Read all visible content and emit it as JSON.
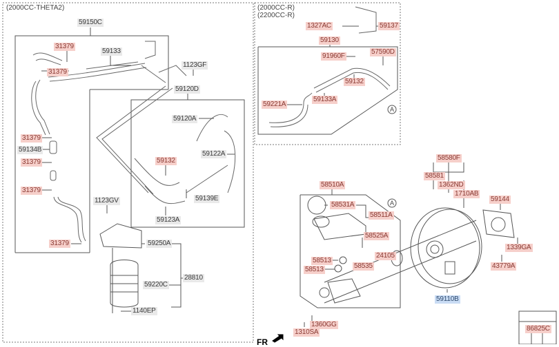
{
  "diagram": {
    "title": "Brake booster / vacuum hose parts diagram",
    "variant_notes": {
      "left": "(2000CC-THETA2)",
      "right_line1": "(2000CC-R)",
      "right_line2": "(2200CC-R)"
    },
    "direction_marker": "FR",
    "highlight_colors": {
      "linked_part": "#f6cfca",
      "selected_part": "#c9dcf4",
      "plain_part": "#e9e9e9"
    },
    "callouts": {
      "A1": "A",
      "A2": "A"
    },
    "parts": {
      "p59150C": "59150C",
      "p31379_a": "31379",
      "p59133": "59133",
      "p31379_b": "31379",
      "p31379_c": "31379",
      "p59134B": "59134B",
      "p31379_d": "31379",
      "p31379_e": "31379",
      "p31379_f": "31379",
      "p1123GF": "1123GF",
      "p59120D": "59120D",
      "p59120A": "59120A",
      "p59122A": "59122A",
      "p59132_a": "59132",
      "p59139E": "59139E",
      "p59123A": "59123A",
      "p1123GV": "1123GV",
      "p59250A": "59250A",
      "p28810": "28810",
      "p59220C": "59220C",
      "p1140EP": "1140EP",
      "p1327AC": "1327AC",
      "p59137": "59137",
      "p59130": "59130",
      "p91960F": "91960F",
      "p57590D": "57590D",
      "p59132_b": "59132",
      "p59133A": "59133A",
      "p59221A": "59221A",
      "p58510A": "58510A",
      "p58531A": "58531A",
      "p58511A": "58511A",
      "p58525A": "58525A",
      "p24105": "24105",
      "p58513_a": "58513",
      "p58513_b": "58513",
      "p58535": "58535",
      "p1360GG": "1360GG",
      "p1310SA": "1310SA",
      "p58580F": "58580F",
      "p58581": "58581",
      "p1362ND": "1362ND",
      "p1710AB": "1710AB",
      "p59144": "59144",
      "p1339GA": "1339GA",
      "p43779A": "43779A",
      "p59110B": "59110B",
      "p86825C": "86825C"
    }
  }
}
